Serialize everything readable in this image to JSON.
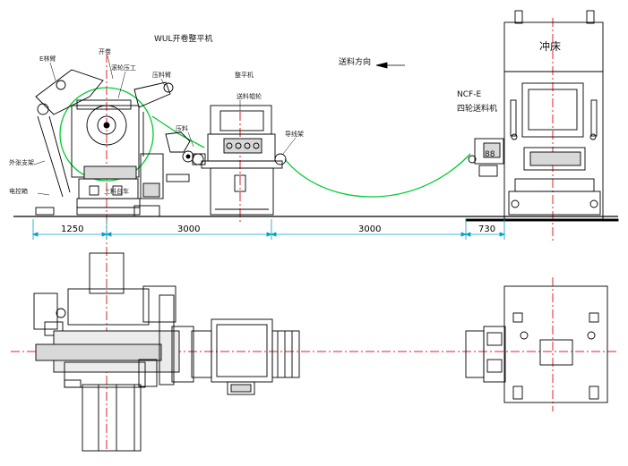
{
  "title": "WUL开卷整平机",
  "labels": {
    "e_swing_arm": "E林臂",
    "uncoiler": "开卷",
    "pressing_wheel": "滚轮压工",
    "press_arm": "压料臂",
    "leveler": "整平机",
    "feed_wheel": "送料辊轮",
    "press_roller": "压料",
    "loading_car": "上料台车",
    "wire_support": "导线架",
    "outer_support": "外张支架",
    "electric_box": "电控箱"
  },
  "feed_direction": "送料方向",
  "feeder_model": "NCF-E",
  "feeder_name": "四轮送料机",
  "press_name": "冲床",
  "feeder_display": "88",
  "dimensions": [
    "1250",
    "3000",
    "3000",
    "730"
  ],
  "colors": {
    "line": "#000000",
    "centerline": "#e02020",
    "dimension": "#00a0c8",
    "material": "#00cc33",
    "fill_gray": "#d8d8d8"
  }
}
